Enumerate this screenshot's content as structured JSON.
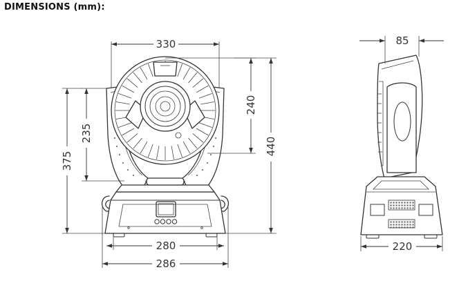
{
  "title": "DIMENSIONS (mm):",
  "dimensions": {
    "front_head_width": "330",
    "front_head_height": "240",
    "front_total_height": "440",
    "front_arm_height": "235",
    "front_yoke_height": "375",
    "front_base_width": "280",
    "front_base_total_width": "286",
    "side_head_depth": "85",
    "side_base_depth": "220"
  }
}
